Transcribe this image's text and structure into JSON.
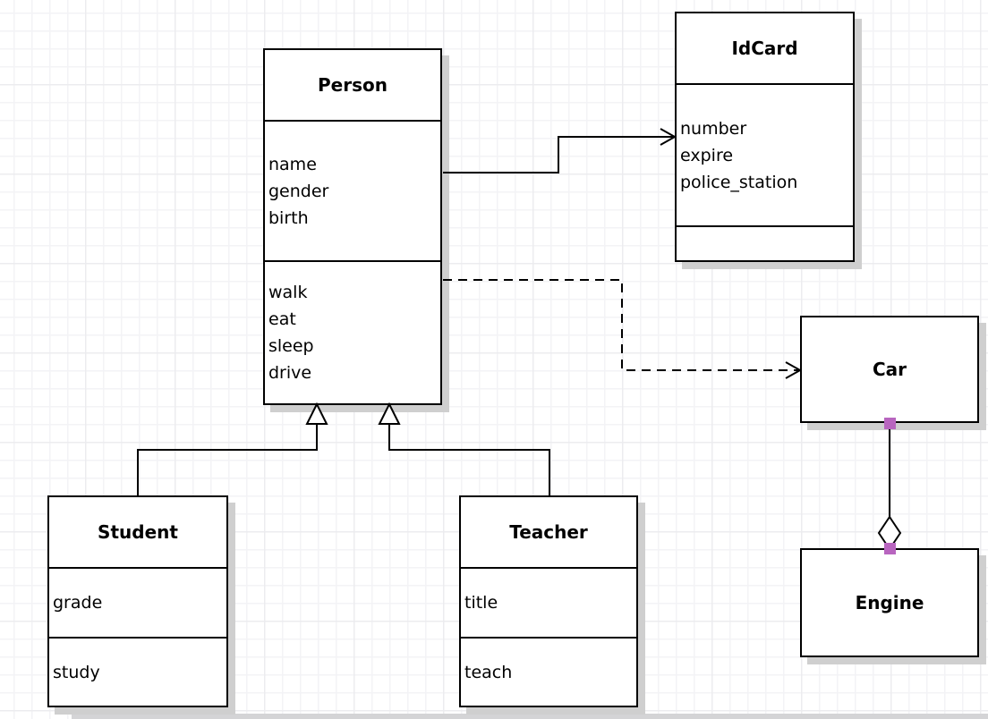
{
  "diagram": {
    "type": "uml-class-diagram",
    "classes": {
      "person": {
        "name": "Person",
        "attributes": [
          "name",
          "gender",
          "birth"
        ],
        "methods": [
          "walk",
          "eat",
          "sleep",
          "drive"
        ]
      },
      "idcard": {
        "name": "IdCard",
        "attributes": [
          "number",
          "expire",
          "police_station"
        ],
        "methods": []
      },
      "car": {
        "name": "Car",
        "attributes": [],
        "methods": []
      },
      "engine": {
        "name": "Engine",
        "attributes": [],
        "methods": []
      },
      "student": {
        "name": "Student",
        "attributes": [
          "grade"
        ],
        "methods": [
          "study"
        ]
      },
      "teacher": {
        "name": "Teacher",
        "attributes": [
          "title"
        ],
        "methods": [
          "teach"
        ]
      }
    },
    "relationships": [
      {
        "from": "Person",
        "to": "IdCard",
        "type": "association",
        "line": "solid",
        "end": "open-arrow"
      },
      {
        "from": "Person",
        "to": "Car",
        "type": "dependency",
        "line": "dashed",
        "end": "open-arrow"
      },
      {
        "from": "Student",
        "to": "Person",
        "type": "generalization",
        "line": "solid",
        "end": "hollow-triangle"
      },
      {
        "from": "Teacher",
        "to": "Person",
        "type": "generalization",
        "line": "solid",
        "end": "hollow-triangle"
      },
      {
        "from": "Car",
        "to": "Engine",
        "type": "aggregation",
        "line": "solid",
        "end": "hollow-diamond",
        "selected": true
      }
    ],
    "colors": {
      "endpoint_handle": "#b865bf",
      "line": "#000000",
      "box_fill": "#ffffff",
      "shadow": "#cfcfcf",
      "grid_line": "#f3f3f6"
    }
  }
}
